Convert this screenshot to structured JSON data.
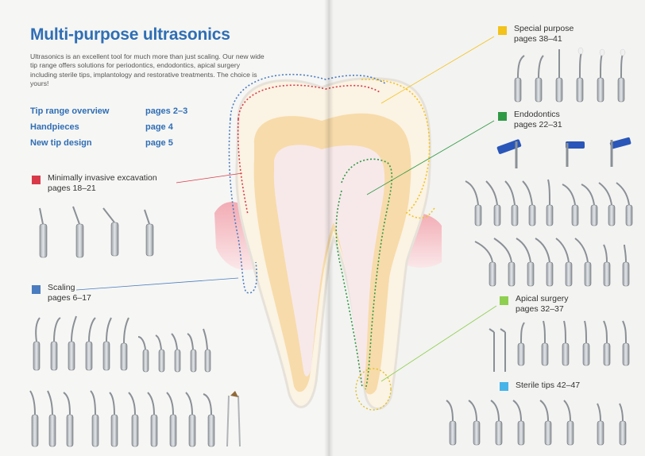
{
  "title": "Multi-purpose ultrasonics",
  "intro": "Ultrasonics is an excellent tool for much more than just scaling. Our new wide tip range offers solutions for periodontics, endodontics, apical surgery including sterile tips, implantology and restorative treatments. The choice is yours!",
  "toc": [
    {
      "label": "Tip range overview",
      "pages": "pages 2–3"
    },
    {
      "label": "Handpieces",
      "pages": "page 4"
    },
    {
      "label": "New tip design",
      "pages": "page 5"
    }
  ],
  "categories": {
    "minimally_invasive": {
      "title": "Minimally invasive excavation",
      "pages": "pages 18–21",
      "color": "#d93a4a"
    },
    "scaling": {
      "title": "Scaling",
      "pages": "pages 6–17",
      "color": "#4a7cc0"
    },
    "special_purpose": {
      "title": "Special purpose",
      "pages": "pages 38–41",
      "color": "#f3c21b"
    },
    "endodontics": {
      "title": "Endodontics",
      "pages": "pages 22–31",
      "color": "#2f9a45"
    },
    "apical_surgery": {
      "title": "Apical surgery",
      "pages": "pages 32–37",
      "color": "#8fcf4f"
    },
    "sterile_tips": {
      "title": "Sterile tips 42–47",
      "color": "#46b4e8"
    }
  }
}
